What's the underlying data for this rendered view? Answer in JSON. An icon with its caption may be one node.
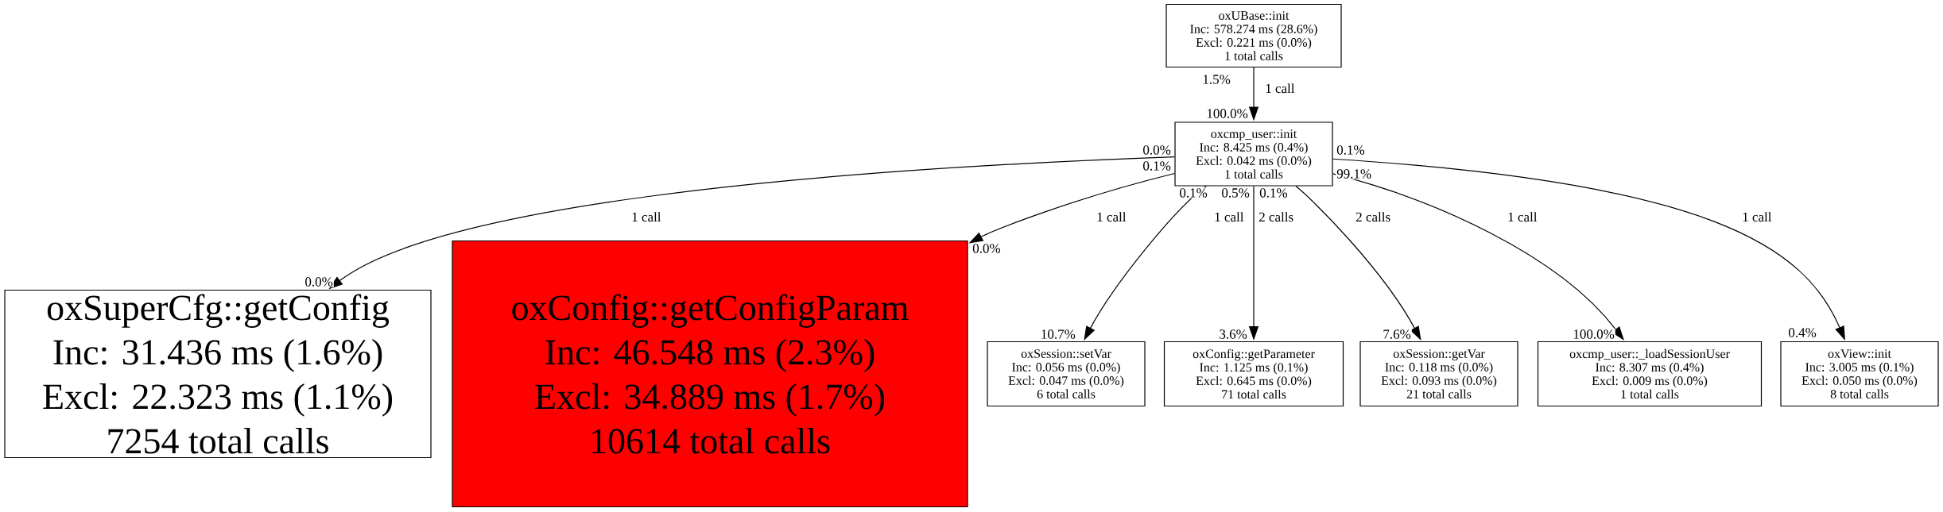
{
  "diagram": {
    "nodes": [
      {
        "text": [
          "oxUBase::init",
          "Inc: 578.274 ms (28.6%)",
          "Excl: 0.221 ms (0.0%)",
          "1 total calls"
        ]
      },
      {
        "text": [
          "oxcmp_user::init",
          "Inc: 8.425 ms (0.4%)",
          "Excl: 0.042 ms (0.0%)",
          "1 total calls"
        ]
      },
      {
        "text": [
          "oxSuperCfg::getConfig",
          "Inc: 31.436 ms (1.6%)",
          "Excl: 22.323 ms (1.1%)",
          "7254 total calls"
        ]
      },
      {
        "text": [
          "oxConfig::getConfigParam",
          "Inc: 46.548 ms (2.3%)",
          "Excl: 34.889 ms (1.7%)",
          "10614 total calls"
        ]
      },
      {
        "text": [
          "oxSession::setVar",
          "Inc: 0.056 ms (0.0%)",
          "Excl: 0.047 ms (0.0%)",
          "6 total calls"
        ]
      },
      {
        "text": [
          "oxConfig::getParameter",
          "Inc: 1.125 ms (0.1%)",
          "Excl: 0.645 ms (0.0%)",
          "71 total calls"
        ]
      },
      {
        "text": [
          "oxSession::getVar",
          "Inc: 0.118 ms (0.0%)",
          "Excl: 0.093 ms (0.0%)",
          "21 total calls"
        ]
      },
      {
        "text": [
          "oxcmp_user::_loadSessionUser",
          "Inc: 8.307 ms (0.4%)",
          "Excl: 0.009 ms (0.0%)",
          "1 total calls"
        ]
      },
      {
        "text": [
          "oxView::init",
          "Inc: 3.005 ms (0.1%)",
          "Excl: 0.050 ms (0.0%)",
          "8 total calls"
        ]
      }
    ],
    "edges": [
      {
        "from": 0,
        "to": 1,
        "arrow": "to",
        "label": "1 call"
      },
      {
        "from": 1,
        "to": 2,
        "arrow": "to",
        "label": "1 call"
      },
      {
        "from": 1,
        "to": 3,
        "arrow": "to",
        "label": "1 call"
      },
      {
        "from": 1,
        "to": 4,
        "arrow": "to",
        "label": "1 call"
      },
      {
        "from": 1,
        "to": 5,
        "arrow": "to",
        "label": "2 calls"
      },
      {
        "from": 1,
        "to": 6,
        "arrow": "to",
        "label": "2 calls"
      },
      {
        "from": 1,
        "to": 7,
        "arrow": "to",
        "label": "1 call"
      },
      {
        "from": 1,
        "to": 8,
        "arrow": "to",
        "label": "1 call"
      }
    ],
    "labels": [
      "1.5%",
      "100.0%",
      "0.0%",
      "0.1%",
      "0.1%",
      "99.1%",
      "0.1%",
      "0.5%",
      "0.1%",
      "0.0%",
      "0.0%",
      "10.7%",
      "3.6%",
      "7.6%",
      "100.0%",
      "0.4%"
    ]
  }
}
